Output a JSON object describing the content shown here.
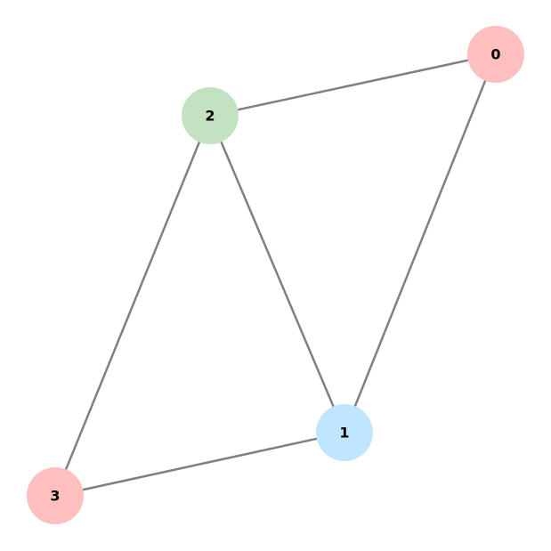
{
  "graph": {
    "nodes": [
      {
        "id": "0",
        "label": "0",
        "color": "#ffbfbf"
      },
      {
        "id": "1",
        "label": "1",
        "color": "#bfe5ff"
      },
      {
        "id": "2",
        "label": "2",
        "color": "#c2e2c2"
      },
      {
        "id": "3",
        "label": "3",
        "color": "#ffbfbf"
      }
    ],
    "edges": [
      {
        "source": "0",
        "target": "2"
      },
      {
        "source": "0",
        "target": "1"
      },
      {
        "source": "2",
        "target": "1"
      },
      {
        "source": "2",
        "target": "3"
      },
      {
        "source": "3",
        "target": "1"
      }
    ],
    "edge_color": "#808080"
  }
}
